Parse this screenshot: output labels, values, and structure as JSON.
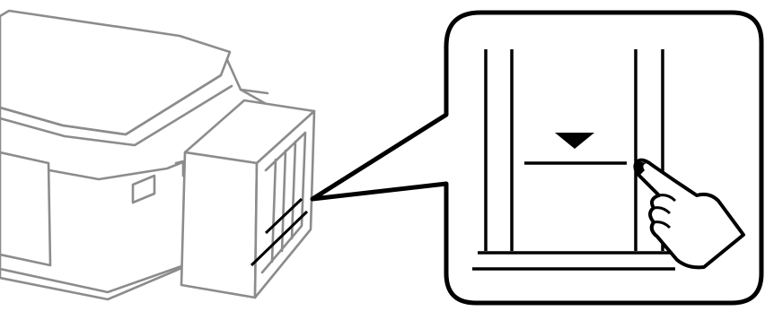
{
  "figure": {
    "subject": "ink-tank-level-check",
    "colors": {
      "outline": "#8c8c8c",
      "ink": "#000000",
      "background": "#ffffff"
    },
    "icons": {
      "callout_marker": "triangle-down",
      "pointer": "pointing-hand"
    }
  }
}
